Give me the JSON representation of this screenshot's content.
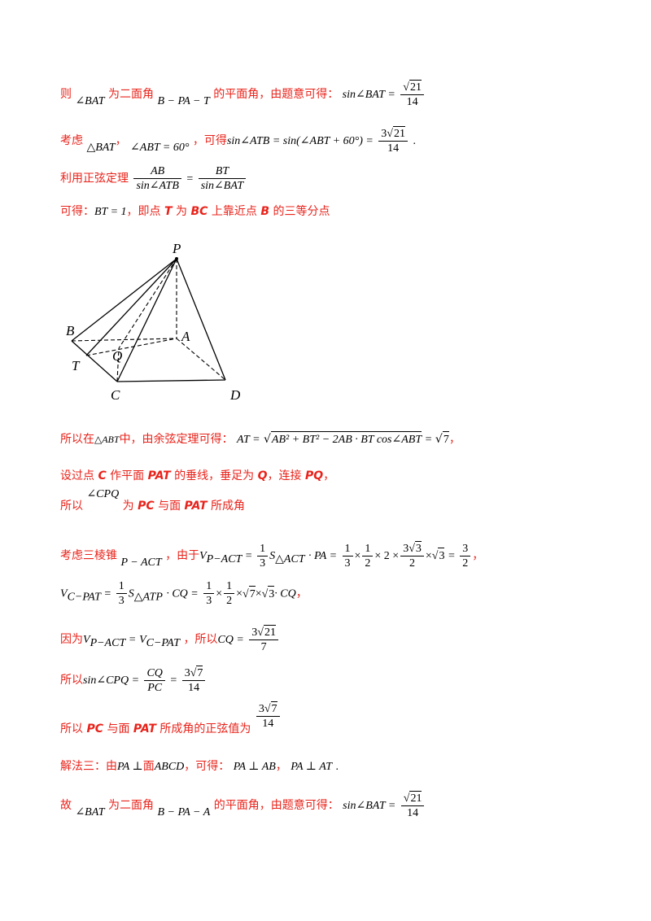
{
  "p1": {
    "ze": "则",
    "ang": "∠BAT",
    "wei": "为二面角",
    "dihedral": "B − PA − T",
    "rest": "的平面角，由题意可得：",
    "lhs": "sin∠BAT =",
    "num_coef": "",
    "num_rad": "21",
    "den": "14"
  },
  "p2": {
    "kaolv": "考虑",
    "tri": "△BAT",
    "comma": "，",
    "angle_cond": "∠ABT = 60°",
    "rest": "，可得",
    "lhs": "sin∠ATB = sin(∠ABT + 60°) =",
    "num_coef": "3",
    "num_rad": "21",
    "den": "14",
    "end": "."
  },
  "p3": {
    "text": "利用正弦定理",
    "f1_num": "AB",
    "f1_den": "sin∠ATB",
    "eq": "=",
    "f2_num": "BT",
    "f2_den": "sin∠BAT"
  },
  "p4": {
    "kede": "可得：",
    "bt": "BT = 1",
    "t1": "，即点 ",
    "T": "T",
    "t2": " 为 ",
    "BC": "BC",
    "t3": " 上靠近点 ",
    "B": "B",
    "t4": " 的三等分点"
  },
  "figure": {
    "labels": {
      "P": "P",
      "B": "B",
      "A": "A",
      "T": "T",
      "Q": "Q",
      "C": "C",
      "D": "D"
    }
  },
  "p5": {
    "text1": "所以在",
    "tri": "△ABT",
    "text2": "中，由余弦定理可得：",
    "lhs": "AT =",
    "radicand": "AB² + BT² − 2AB · BT cos∠ABT",
    "eq": "=",
    "rhs_rad": "7",
    "end": "，"
  },
  "p6": {
    "t1": "设过点 ",
    "C": "C",
    "t2": " 作平面 ",
    "PAT": "PAT",
    "t3": " 的垂线，垂足为 ",
    "Q": "Q",
    "t4": "，连接 ",
    "PQ": "PQ",
    "t5": "，"
  },
  "p7": {
    "t1": "所以",
    "ang": "∠CPQ",
    "t2": "为 ",
    "PC": "PC",
    "t3": " 与面 ",
    "PAT": "PAT",
    "t4": " 所成角"
  },
  "p8": {
    "t1": "考虑三棱锥",
    "pyr": "P − ACT",
    "t2": "，由于",
    "V": "V",
    "Vsub": "P−ACT",
    "eq1": "=",
    "f13n": "1",
    "f13d": "3",
    "S": "S",
    "Ssub": "△ACT",
    "dotPA": "· PA =",
    "f13n2": "1",
    "f13d2": "3",
    "times1": "×",
    "f12n": "1",
    "f12d": "2",
    "times2": "× 2 ×",
    "f33n_coef": "3",
    "f33n_rad": "3",
    "f33d": "2",
    "times3": "×",
    "sqrt3": "3",
    "eq2": "=",
    "f32n": "3",
    "f32d": "2",
    "end": "，"
  },
  "p9": {
    "V": "V",
    "Vsub": "C−PAT",
    "eq1": "=",
    "f13n": "1",
    "f13d": "3",
    "S": "S",
    "Ssub": "△ATP",
    "dotCQ": "· CQ =",
    "f13n2": "1",
    "f13d2": "3",
    "times1": "×",
    "f12n": "1",
    "f12d": "2",
    "times2": "×",
    "rad7": "7",
    "times3": "×",
    "rad3": "3",
    "tail": "· CQ",
    "end": "，"
  },
  "p10": {
    "t1": "因为",
    "V1": "V",
    "V1sub": "P−ACT",
    "eq": "=",
    "V2": "V",
    "V2sub": "C−PAT",
    "t2": "，所以",
    "lhs": "CQ =",
    "num_coef": "3",
    "num_rad": "21",
    "den": "7"
  },
  "p11": {
    "t1": "所以",
    "lhs": "sin∠CPQ =",
    "f_num": "CQ",
    "f_den": "PC",
    "eq": "=",
    "num_coef": "3",
    "num_rad": "7",
    "den": "14"
  },
  "p12": {
    "t1": "所以 ",
    "PC": "PC",
    "t2": " 与面 ",
    "PAT": "PAT",
    "t3": " 所成角的正弦值为",
    "num_coef": "3",
    "num_rad": "7",
    "den": "14"
  },
  "p13": {
    "t1": "解法三：由",
    "pa_perp": "PA ⊥",
    "mian": "面",
    "abcd": "ABCD",
    "t2": "，可得：",
    "c1": "PA ⊥ AB",
    "sep": "，",
    "c2": "PA ⊥ AT",
    "end": "."
  },
  "p14": {
    "gu": "故",
    "ang": "∠BAT",
    "wei": "为二面角",
    "dihedral": "B − PA − A",
    "rest": "的平面角，由题意可得：",
    "lhs": "sin∠BAT =",
    "num_rad": "21",
    "den": "14"
  }
}
